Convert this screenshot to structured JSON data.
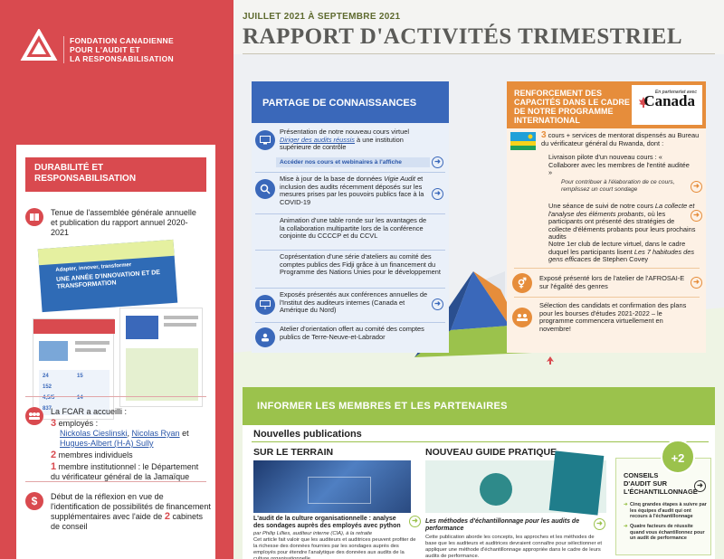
{
  "header": {
    "date": "JUILLET 2021 À SEPTEMBRE 2021",
    "title": "RAPPORT D'ACTIVITÉS TRIMESTRIEL"
  },
  "brand": {
    "line1": "FONDATION CANADIENNE",
    "line2": "POUR L'AUDIT ET",
    "line3": "LA RESPONSABILISATION"
  },
  "sidebar": {
    "title": "DURABILITÉ ET RESPONSABILISATION",
    "item1": "Tenue de l'assemblée générale annuelle et publication du rapport annuel 2020-2021",
    "report": {
      "headline": "Adapter, innover, transformer",
      "subtitle": "UNE ANNÉE D'INNOVATION ET DE TRANSFORMATION",
      "stats": [
        "24",
        "152",
        "15",
        "4,5/5",
        "14",
        "837"
      ]
    },
    "accueilli_intro": "La FCAR a accueilli :",
    "employes_num": "3",
    "employes_label": "employés :",
    "emp1": "Nickolas Cieslinski",
    "emp2": "Nicolas Ryan",
    "emp_and": "et",
    "emp3": "Hugues-Albert (H-A) Sully",
    "membres_num": "2",
    "membres_label": "membres individuels",
    "inst_num": "1",
    "inst_label": "membre institutionnel : le Département du vérificateur général de la Jamaïque",
    "reflexion": "Début de la réflexion en vue de l'identification de possibilités de financement supplémentaires avec l'aide de",
    "cabinets_num": "2",
    "cabinets_label": "cabinets de conseil"
  },
  "partage": {
    "title": "PARTAGE DE CONNAISSANCES",
    "item1_pre": "Présentation de notre nouveau cours virtuel",
    "item1_link": "Diriger des audits réussis",
    "item1_post": "à une institution supérieure de contrôle",
    "item1_sub": "Accéder nos cours et webinaires à l'affiche",
    "item2_pre": "Mise à jour de la base de données",
    "item2_italic": "Vigie Audit",
    "item2_post": "et inclusion des audits récemment déposés sur les mesures prises par les pouvoirs publics face à la COVID-19",
    "item3": "Animation d'une table ronde sur les avantages de la collaboration multipartite lors de la conférence conjointe du CCCCP et du CCVL",
    "item4": "Coprésentation d'une série d'ateliers au comité des comptes publics des Fidji grâce à un financement du Programme des Nations Unies pour le développement",
    "item5": "Exposés présentés aux conférences annuelles de l'Institut des auditeurs internes (Canada et Amérique du Nord)",
    "item6": "Atelier d'orientation offert au comité des comptes publics de Terre-Neuve-et-Labrador"
  },
  "renforcement": {
    "title": "RENFORCEMENT DES CAPACITÉS DANS LE CADRE DE NOTRE PROGRAMME INTERNATIONAL",
    "partnership": "En partenariat avec",
    "canada": "Canada",
    "cours_num": "3",
    "cours_text": "cours + services de mentorat dispensés au Bureau du vérificateur général du Rwanda, dont :",
    "pilot": "Livraison pilote d'un nouveau cours : « Collaborer avec les membres de l'entité auditée »",
    "pilot_note": "Pour contribuer à l'élaboration de ce cours, remplissez un court sondage",
    "suivi_pre": "Une séance de suivi de notre cours",
    "suivi_italic": "La collecte et l'analyse des éléments probants",
    "suivi_post": ", où les participants ont présenté des stratégies de collecte d'éléments probants pour leurs prochains audits",
    "club_pre": "Notre 1er club de lecture virtuel, dans le cadre duquel les participants lisent",
    "club_italic": "Les 7 habitudes des gens efficaces",
    "club_post": "de Stephen Covey",
    "genre": "Exposé présenté lors de l'atelier de l'AFROSAI-E sur l'égalité des genres",
    "bourses": "Sélection des candidats et confirmation des plans pour les bourses d'études 2021-2022 – le programme commencera virtuellement en novembre!"
  },
  "informer": {
    "title": "INFORMER LES MEMBRES ET LES PARTENAIRES",
    "nouvelles": "Nouvelles publications",
    "col1_title": "SUR LE TERRAIN",
    "col1_head": "L'audit de la culture organisationnelle : analyse des sondages auprès des employés avec python",
    "col1_byline": "par Philip Lillies, auditeur interne (CIA), à la retraite",
    "col1_body": "Cet article fait valoir que les auditeurs et auditrices peuvent profiter de la richesse des données fournies par les sondages auprès des employés pour étendre l'analytique des données aux audits de la culture organisationnelle.",
    "col2_title": "NOUVEAU GUIDE PRATIQUE",
    "col2_head": "Les méthodes d'échantillonnage pour les audits de performance",
    "col2_body": "Cette publication aborde les concepts, les approches et les méthodes de base que les auditeurs et auditrices devraient connaître pour sélectionner et appliquer une méthode d'échantillonnage appropriée dans le cadre de leurs audits de performance.",
    "plus": "+2",
    "conseils_title": "CONSEILS D'AUDIT SUR L'ÉCHANTILLONNAGE",
    "conseils1": "Cinq grandes étapes à suivre par les équipes d'audit qui ont recours à l'échantillonnage",
    "conseils2": "Quatre facteurs de réussite quand vous échantillonnez pour un audit de performance"
  },
  "colors": {
    "red": "#d94a4f",
    "blue": "#3a68ba",
    "orange": "#e68d3b",
    "green": "#9bc24c"
  },
  "icons": {
    "logo": "fcar-triangle-logo",
    "report": "book-icon",
    "people": "people-group-icon",
    "money": "dollar-icon",
    "arrow": "arrow-right-circle-icon",
    "canada_flag": "maple-leaf-icon"
  }
}
